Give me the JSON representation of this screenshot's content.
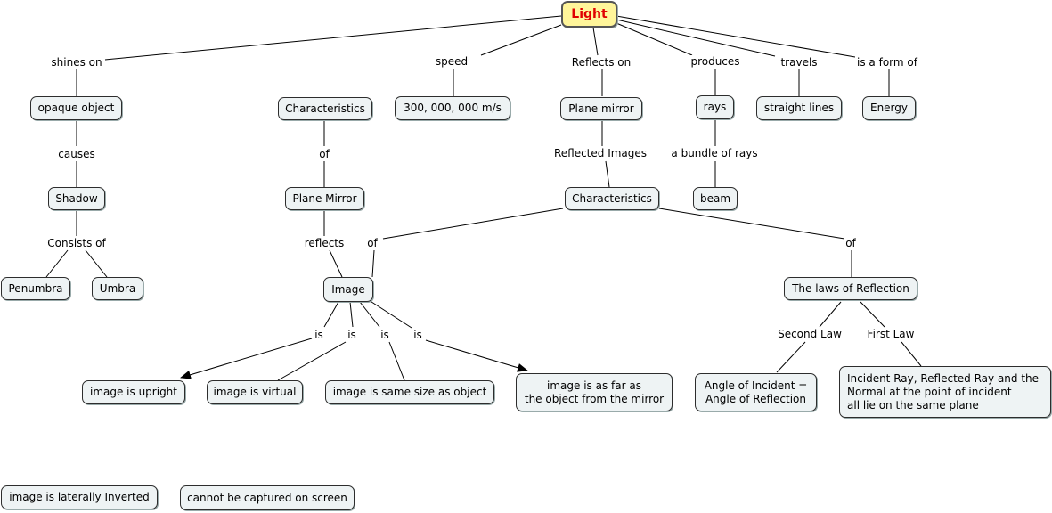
{
  "root": "Light",
  "nodes": {
    "opaque_object": "opaque object",
    "characteristics_1": "Characteristics",
    "speed_value": "300, 000, 000 m/s",
    "plane_mirror_1": "Plane mirror",
    "rays": "rays",
    "straight_lines": "straight lines",
    "energy": "Energy",
    "shadow": "Shadow",
    "plane_mirror_2": "Plane Mirror",
    "characteristics_2": "Characteristics",
    "beam": "beam",
    "penumbra": "Penumbra",
    "umbra": "Umbra",
    "image": "Image",
    "laws_of_reflection": "The laws of Reflection",
    "image_upright": "image is upright",
    "image_virtual": "image is virtual",
    "image_same_size": "image is same size as object",
    "image_as_far": "image is as far as\nthe object from the mirror",
    "angle_incidence": "Angle of Incident =\nAngle of Reflection",
    "incident_ray": "Incident Ray, Reflected Ray and the\nNormal at the point of incident\nall lie on the same plane",
    "laterally_inverted": "image is laterally Inverted",
    "not_captured": "cannot be captured on screen"
  },
  "link_labels": {
    "shines_on": "shines on",
    "speed": "speed",
    "reflects_on": "Reflects on",
    "produces": "produces",
    "travels": "travels",
    "is_a_form_of": "is a form of",
    "causes": "causes",
    "of_1": "of",
    "reflected_images": "Reflected Images",
    "bundle_of_rays": "a bundle of rays",
    "consists_of": "Consists of",
    "reflects": "reflects",
    "of_2": "of",
    "of_3": "of",
    "is_1": "is",
    "is_2": "is",
    "is_3": "is",
    "is_4": "is",
    "second_law": "Second Law",
    "first_law": "First Law"
  },
  "colors": {
    "root_fill": "#fff59a",
    "root_text": "#e00000",
    "node_fill": "#eef3f4",
    "line": "#000000"
  }
}
